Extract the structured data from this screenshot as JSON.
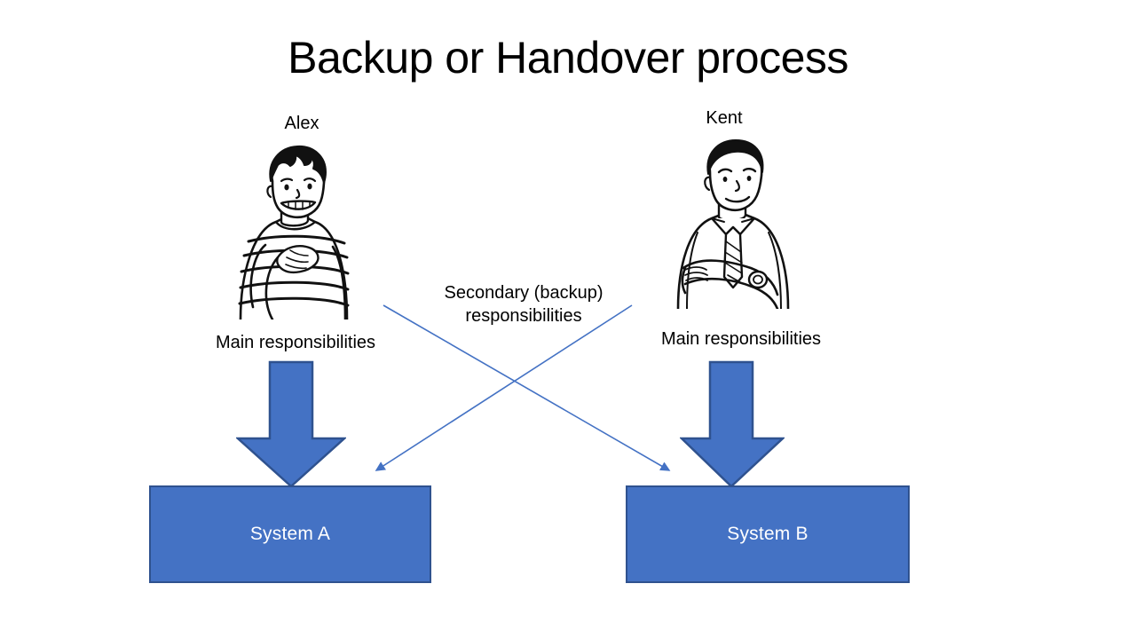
{
  "slide": {
    "title": "Backup or Handover process",
    "background_color": "#FFFFFF"
  },
  "people": [
    {
      "name": "Alex",
      "icon": "person-striped-shirt-hand-on-chest-illustration",
      "role_label": "Main responsibilities"
    },
    {
      "name": "Kent",
      "icon": "person-dress-shirt-tie-arms-crossed-illustration",
      "role_label": "Main responsibilities"
    }
  ],
  "labels": {
    "main_left": "Main responsibilities",
    "main_right": "Main responsibilities",
    "secondary_line1": "Secondary (backup)",
    "secondary_line2": "responsibilities"
  },
  "systems": [
    {
      "name": "System A"
    },
    {
      "name": "System B"
    }
  ],
  "arrows": {
    "main_left": "down-block-arrow",
    "main_right": "down-block-arrow",
    "cross_left_to_right": "thin-diagonal-arrow",
    "cross_right_to_left": "thin-diagonal-arrow"
  },
  "colors": {
    "accent_blue": "#4472C4",
    "accent_blue_dark": "#2F528F",
    "line_blue": "#4472C4",
    "text_dark": "#000000",
    "text_on_accent": "#FFFFFF"
  }
}
